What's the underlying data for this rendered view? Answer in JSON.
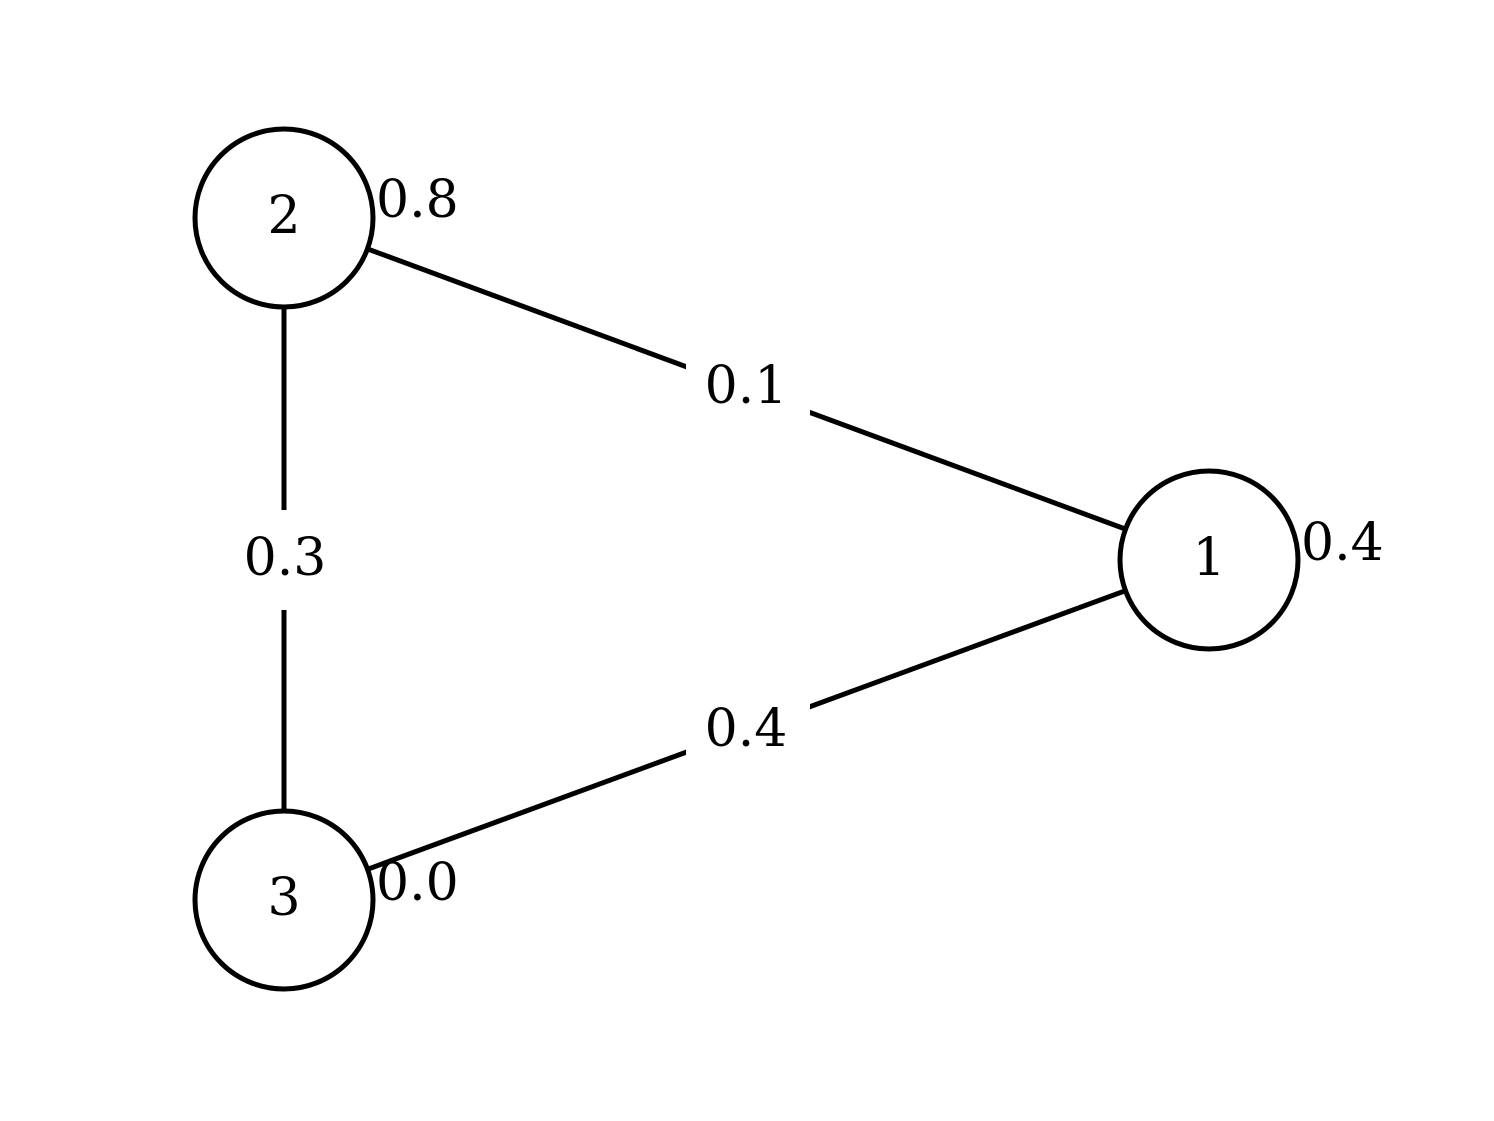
{
  "graph": {
    "nodes": [
      {
        "id": "1",
        "label": "1",
        "weight": "0.4"
      },
      {
        "id": "2",
        "label": "2",
        "weight": "0.8"
      },
      {
        "id": "3",
        "label": "3",
        "weight": "0.0"
      }
    ],
    "edges": [
      {
        "source": "2",
        "target": "1",
        "label": "0.1"
      },
      {
        "source": "2",
        "target": "3",
        "label": "0.3"
      },
      {
        "source": "3",
        "target": "1",
        "label": "0.4"
      }
    ],
    "colors": {
      "stroke": "#000000",
      "background": "#ffffff"
    }
  }
}
